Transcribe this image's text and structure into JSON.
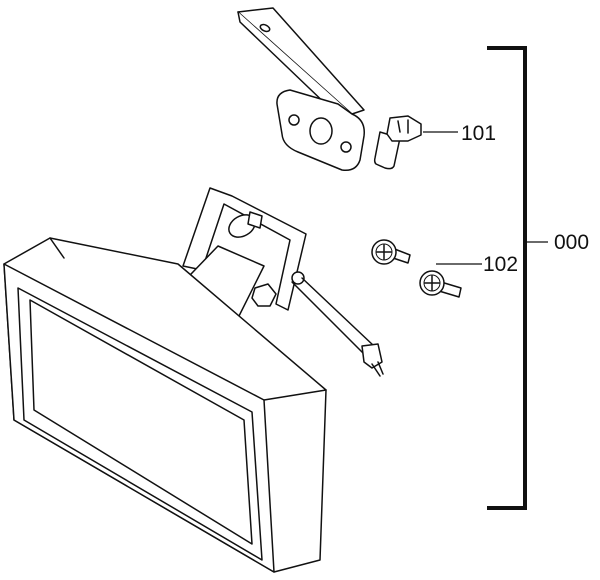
{
  "parts": [
    {
      "number": "101"
    },
    {
      "number": "102"
    }
  ],
  "assembly": {
    "number": "000"
  }
}
